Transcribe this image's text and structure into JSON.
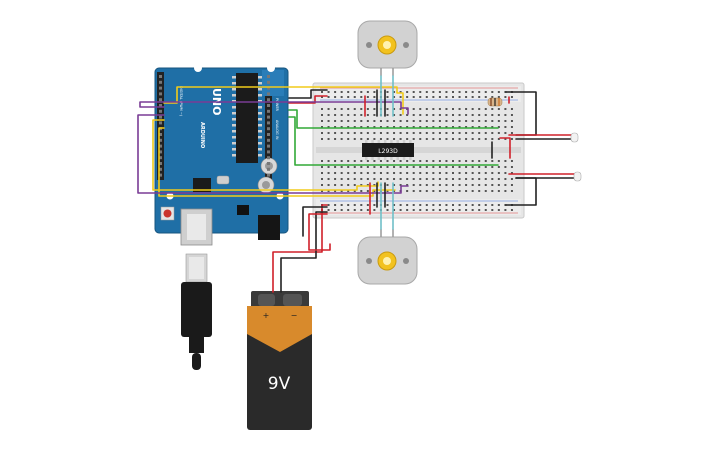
{
  "arduino": {
    "model_label": "UNO",
    "brand_label": "ARDUINO",
    "digital_label": "DIGITAL (PWM ~)",
    "power_label": "POWER",
    "analog_label": "ANALOG IN"
  },
  "driver_ic": {
    "label": "L293D"
  },
  "battery": {
    "label": "9V",
    "plus_label": "+",
    "minus_label": "−"
  },
  "colors": {
    "board": "#1f6fa6",
    "breadboard": "#e8e8e8",
    "wire_red": "#d0202a",
    "wire_black": "#222222",
    "wire_yellow": "#f2cc1a",
    "wire_purple": "#7a3c95",
    "wire_green": "#31a937",
    "wire_teal": "#6fc0c8",
    "battery_orange": "#d88a2c",
    "motor_gear": "#f2c21f"
  }
}
